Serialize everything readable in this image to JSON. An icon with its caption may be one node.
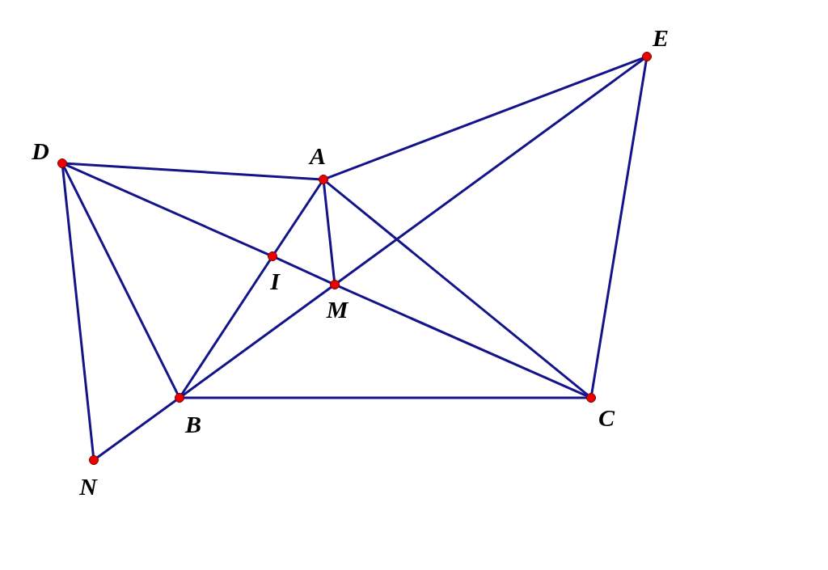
{
  "diagram": {
    "nodes": [
      {
        "text": [
          "E"
        ]
      },
      {
        "text": [
          "D"
        ]
      },
      {
        "text": [
          "A"
        ]
      },
      {
        "text": [
          "I"
        ]
      },
      {
        "text": [
          "M"
        ]
      },
      {
        "text": [
          "B"
        ]
      },
      {
        "text": [
          "C"
        ]
      },
      {
        "text": [
          "N"
        ]
      }
    ],
    "edges": [
      {
        "from": 1,
        "to": 2,
        "arrow": "none"
      },
      {
        "from": 2,
        "to": 0,
        "arrow": "none"
      },
      {
        "from": 1,
        "to": 3,
        "arrow": "none"
      },
      {
        "from": 3,
        "to": 4,
        "arrow": "none"
      },
      {
        "from": 4,
        "to": 6,
        "arrow": "none"
      },
      {
        "from": 2,
        "to": 3,
        "arrow": "none"
      },
      {
        "from": 3,
        "to": 5,
        "arrow": "none"
      },
      {
        "from": 2,
        "to": 4,
        "arrow": "none"
      },
      {
        "from": 2,
        "to": 6,
        "arrow": "none"
      },
      {
        "from": 0,
        "to": 4,
        "arrow": "none"
      },
      {
        "from": 4,
        "to": 5,
        "arrow": "none"
      },
      {
        "from": 0,
        "to": 6,
        "arrow": "none"
      },
      {
        "from": 1,
        "to": 5,
        "arrow": "none"
      },
      {
        "from": 1,
        "to": 7,
        "arrow": "none"
      },
      {
        "from": 7,
        "to": 5,
        "arrow": "none"
      },
      {
        "from": 5,
        "to": 6,
        "arrow": "none"
      }
    ]
  }
}
